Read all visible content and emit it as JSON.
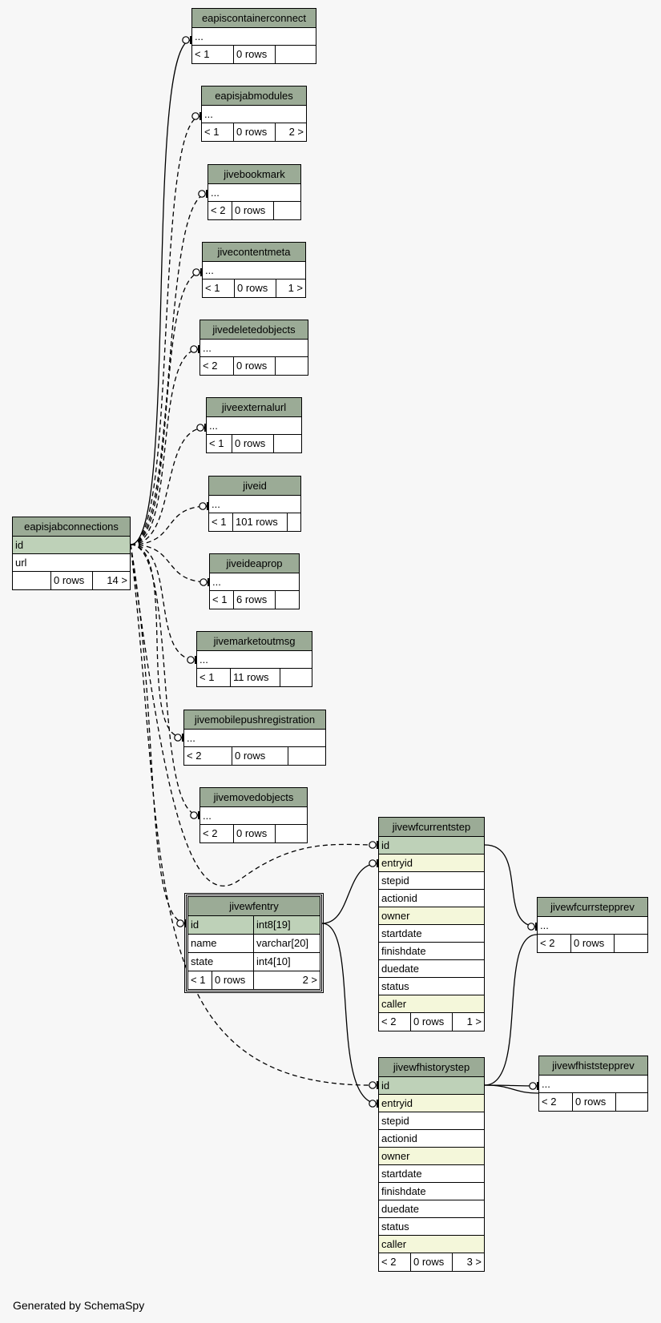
{
  "footer": "Generated by SchemaSpy",
  "tables": {
    "eapisjabconnections": {
      "title": "eapisjabconnections",
      "rows": [
        {
          "name": "id",
          "kind": "pk"
        },
        {
          "name": "url",
          "kind": "plain"
        }
      ],
      "footer": [
        "",
        "0 rows",
        "14 >"
      ]
    },
    "eapiscontainerconnect": {
      "title": "eapiscontainerconnect",
      "rows": [
        {
          "name": "...",
          "kind": "plain"
        }
      ],
      "footer": [
        "< 1",
        "0 rows",
        ""
      ]
    },
    "eapisjabmodules": {
      "title": "eapisjabmodules",
      "rows": [
        {
          "name": "...",
          "kind": "plain"
        }
      ],
      "footer": [
        "< 1",
        "0 rows",
        "2 >"
      ]
    },
    "jivebookmark": {
      "title": "jivebookmark",
      "rows": [
        {
          "name": "...",
          "kind": "plain"
        }
      ],
      "footer": [
        "< 2",
        "0 rows",
        ""
      ]
    },
    "jivecontentmeta": {
      "title": "jivecontentmeta",
      "rows": [
        {
          "name": "...",
          "kind": "plain"
        }
      ],
      "footer": [
        "< 1",
        "0 rows",
        "1 >"
      ]
    },
    "jivedeletedobjects": {
      "title": "jivedeletedobjects",
      "rows": [
        {
          "name": "...",
          "kind": "plain"
        }
      ],
      "footer": [
        "< 2",
        "0 rows",
        ""
      ]
    },
    "jiveexternalurl": {
      "title": "jiveexternalurl",
      "rows": [
        {
          "name": "...",
          "kind": "plain"
        }
      ],
      "footer": [
        "< 1",
        "0 rows",
        ""
      ]
    },
    "jiveid": {
      "title": "jiveid",
      "rows": [
        {
          "name": "...",
          "kind": "plain"
        }
      ],
      "footer": [
        "< 1",
        "101 rows",
        ""
      ]
    },
    "jiveideaprop": {
      "title": "jiveideaprop",
      "rows": [
        {
          "name": "...",
          "kind": "plain"
        }
      ],
      "footer": [
        "< 1",
        "6 rows",
        ""
      ]
    },
    "jivemarketoutmsg": {
      "title": "jivemarketoutmsg",
      "rows": [
        {
          "name": "...",
          "kind": "plain"
        }
      ],
      "footer": [
        "< 1",
        "11 rows",
        ""
      ]
    },
    "jivemobilepushregistration": {
      "title": "jivemobilepushregistration",
      "rows": [
        {
          "name": "...",
          "kind": "plain"
        }
      ],
      "footer": [
        "< 2",
        "0 rows",
        ""
      ]
    },
    "jivemovedobjects": {
      "title": "jivemovedobjects",
      "rows": [
        {
          "name": "...",
          "kind": "plain"
        }
      ],
      "footer": [
        "< 2",
        "0 rows",
        ""
      ]
    },
    "jivewfentry": {
      "title": "jivewfentry",
      "columns": [
        {
          "name": "id",
          "type": "int8[19]",
          "kind": "pk"
        },
        {
          "name": "name",
          "type": "varchar[20]",
          "kind": "plain"
        },
        {
          "name": "state",
          "type": "int4[10]",
          "kind": "plain"
        }
      ],
      "footer": [
        "< 1",
        "0 rows",
        "2 >"
      ]
    },
    "jivewfcurrentstep": {
      "title": "jivewfcurrentstep",
      "rows": [
        {
          "name": "id",
          "kind": "pk"
        },
        {
          "name": "entryid",
          "kind": "fk"
        },
        {
          "name": "stepid",
          "kind": "plain"
        },
        {
          "name": "actionid",
          "kind": "plain"
        },
        {
          "name": "owner",
          "kind": "fk"
        },
        {
          "name": "startdate",
          "kind": "plain"
        },
        {
          "name": "finishdate",
          "kind": "plain"
        },
        {
          "name": "duedate",
          "kind": "plain"
        },
        {
          "name": "status",
          "kind": "plain"
        },
        {
          "name": "caller",
          "kind": "fk"
        }
      ],
      "footer": [
        "< 2",
        "0 rows",
        "1 >"
      ]
    },
    "jivewfhistorystep": {
      "title": "jivewfhistorystep",
      "rows": [
        {
          "name": "id",
          "kind": "pk"
        },
        {
          "name": "entryid",
          "kind": "fk"
        },
        {
          "name": "stepid",
          "kind": "plain"
        },
        {
          "name": "actionid",
          "kind": "plain"
        },
        {
          "name": "owner",
          "kind": "fk"
        },
        {
          "name": "startdate",
          "kind": "plain"
        },
        {
          "name": "finishdate",
          "kind": "plain"
        },
        {
          "name": "duedate",
          "kind": "plain"
        },
        {
          "name": "status",
          "kind": "plain"
        },
        {
          "name": "caller",
          "kind": "fk"
        }
      ],
      "footer": [
        "< 2",
        "0 rows",
        "3 >"
      ]
    },
    "jivewfcurrstepprev": {
      "title": "jivewfcurrstepprev",
      "rows": [
        {
          "name": "...",
          "kind": "plain"
        }
      ],
      "footer": [
        "< 2",
        "0 rows",
        ""
      ]
    },
    "jivewfhiststepprev": {
      "title": "jivewfhiststepprev",
      "rows": [
        {
          "name": "...",
          "kind": "plain"
        }
      ],
      "footer": [
        "< 2",
        "0 rows",
        ""
      ]
    }
  },
  "colors": {
    "header": "#9bab96",
    "pk": "#bed1b8",
    "fk": "#f4f7da",
    "background": "#f7f7f7"
  }
}
